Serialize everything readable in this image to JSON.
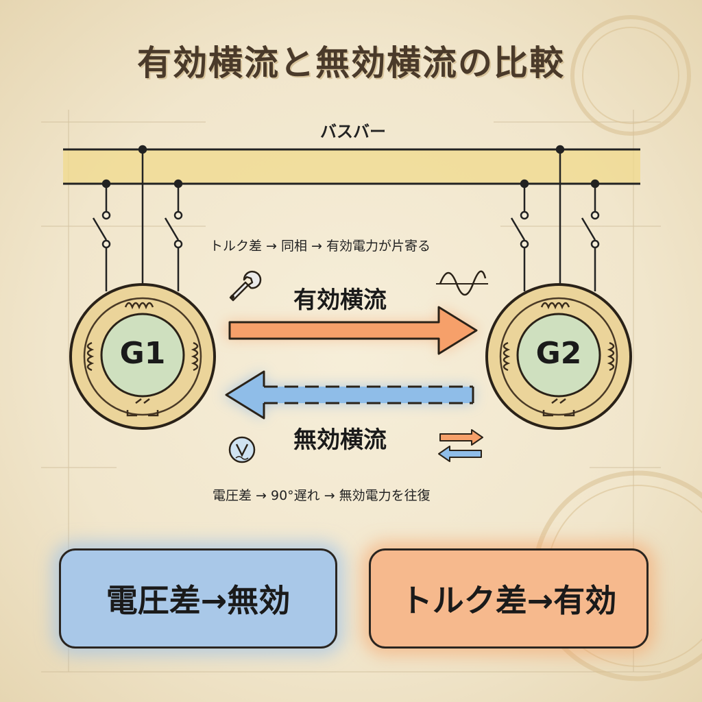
{
  "title": "有効横流と無効横流の比較",
  "busbar_label": "バスバー",
  "generators": {
    "left": "G1",
    "right": "G2"
  },
  "active": {
    "note": "トルク差 → 同相 → 有効電力が片寄る",
    "label": "有効横流",
    "color": "#f28a4a"
  },
  "reactive": {
    "label": "無効横流",
    "note": "電圧差 → 90°遅れ → 無効電力を往復",
    "color": "#5b94d6"
  },
  "summary": {
    "voltage": "電圧差→無効",
    "torque": "トルク差→有効"
  },
  "icons": [
    "wrench-icon",
    "sine-wave-icon",
    "voltmeter-icon",
    "bidirectional-arrows-icon"
  ]
}
